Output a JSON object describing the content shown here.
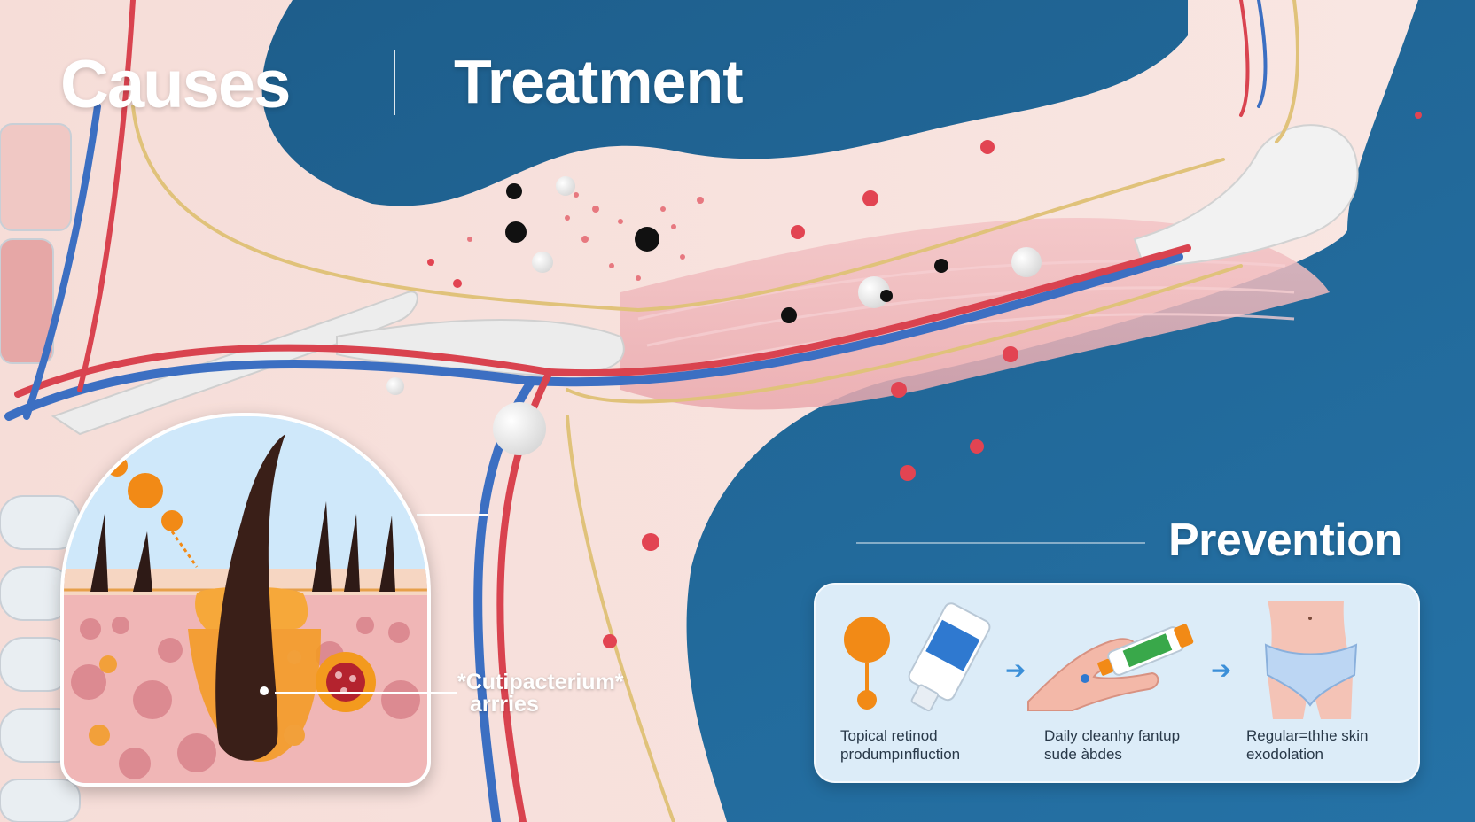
{
  "titles": {
    "causes": "Causes",
    "treatment": "Treatment",
    "prevention": "Prevention"
  },
  "inset": {
    "bacteria_label_line1": "*Cutipacterium*",
    "bacteria_label_line2": "arrries"
  },
  "prevention": {
    "steps": [
      {
        "line1": "Topical retinod",
        "line2": "produmpınfluction",
        "icon": "retinoid-tube-icon"
      },
      {
        "line1": "Daily cleanhy fantup",
        "line2": "sude àbdes",
        "icon": "cleanser-hand-icon"
      },
      {
        "line1": "Regular=thhe skin",
        "line2": "exodolation",
        "icon": "skin-exfoliation-icon"
      }
    ],
    "arrow_icon": "arrow-right-icon"
  },
  "colors": {
    "background": "#1d5d88",
    "skin": "#f7dcd6",
    "muscle": "#efb3b8",
    "artery": "#d9434f",
    "vein": "#3c6fc2",
    "nerve": "#e0c27a",
    "sebum": "#f39a1e",
    "card": "#dcecf8"
  }
}
